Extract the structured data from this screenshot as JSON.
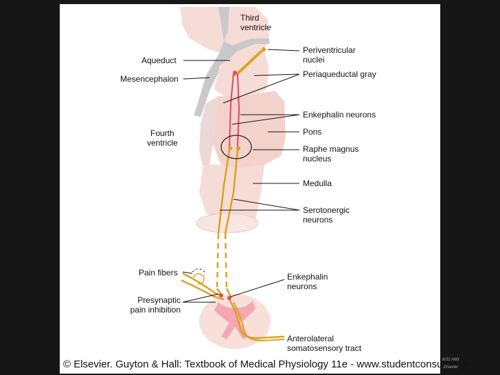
{
  "labels": {
    "third_ventricle": [
      "Third",
      "ventricle"
    ],
    "aqueduct": "Aqueduct",
    "mesencephalon": "Mesencephalon",
    "fourth_ventricle": [
      "Fourth",
      "ventricle"
    ],
    "periventricular_nuclei": [
      "Periventricular",
      "nuclei"
    ],
    "periaqueductal_gray": "Periaqueductal gray",
    "enkephalin_neurons_upper": "Enkephalin neurons",
    "pons": "Pons",
    "raphe_magnus_nucleus": [
      "Raphe magnus",
      "nucleus"
    ],
    "medulla": "Medulla",
    "serotonergic_neurons": [
      "Serotonergic",
      "neurons"
    ],
    "pain_fibers": "Pain fibers",
    "presynaptic_pain_inhibition": [
      "Presynaptic",
      "pain inhibition"
    ],
    "enkephalin_neurons_lower": [
      "Enkephalin",
      "neurons"
    ],
    "anterolateral_tract": [
      "Anterolateral",
      "somatosensory tract"
    ]
  },
  "footer": "© Elsevier. Guyton & Hall: Textbook of Medical Physiology 11e - www.studentconsult.com",
  "side_tags": [
    "8:01 AM)",
    "Elsevier"
  ],
  "colors": {
    "background": "#161616",
    "panel": "#ffffff",
    "tissue": "#f6dcd6",
    "tissue_dark": "#efc9c2",
    "ventricle": "#c9c9cc",
    "fiber_gold": "#d9a21f",
    "neuron_red": "#e0456a",
    "spinal_pink": "#f4a7b2"
  }
}
